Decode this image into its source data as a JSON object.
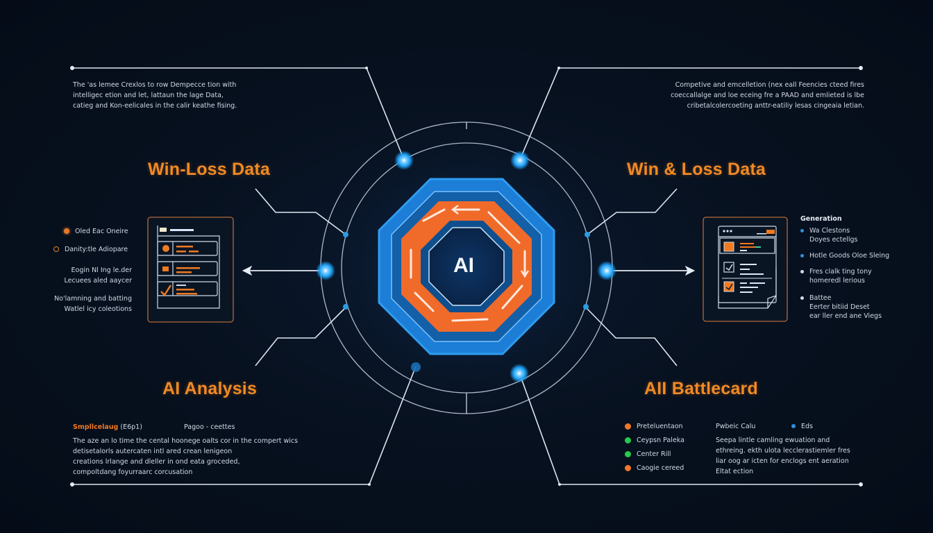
{
  "center": {
    "label": "AI"
  },
  "headings": {
    "top_left": "Win-Loss Data",
    "top_right": "Win & Loss Data",
    "bottom_left": "AI Analysis",
    "bottom_right": "AII Battlecard"
  },
  "top_left_text": "The 'as lemee Crexlos to row Dempecce tion with\nintelligec etion and let, lattaun the lage Data,\ncatieg and Kon-eelicales in the calir keathe fising.",
  "top_right_text": "Competive and emcelletion (nex eall Feencies cteed fires\ncoeccallalge and loe eceing fre a PAAD and emlieted is lbe\ncribetalcolercoeting anttr-eatiliy lesas cingeaia letian.",
  "left_panel": {
    "legend": [
      {
        "label": "Oled Eac Oneire",
        "style": "filled",
        "color": "#e8732a"
      },
      {
        "label": "Danity:tle Adiopare",
        "style": "ring",
        "color": "#e0852a"
      }
    ],
    "notes": [
      "Eogin Nl Ing le.der\nLecuees aled aaycer",
      "No'lamning and batting\nWatlel icy coleotions"
    ]
  },
  "right_panel": {
    "title": "Generation",
    "items": [
      {
        "text": "Wa Clestons\nDoyes ectellgs",
        "color": "#2f8fe0"
      },
      {
        "text": "Hotle Goods Oloe Sleing",
        "color": "#2f8fe0"
      },
      {
        "text": "Fres clalk ting tony\nhomeredl lerious",
        "color": "#d3dae6"
      },
      {
        "text": "Battee\nEerter bitiid Deset\near ller end ane Viegs",
        "color": "#d3dae6",
        "bold_first_line": true
      }
    ]
  },
  "bottom_left": {
    "label_orange": "Smpllcelaug",
    "label_paren": "(E6p1)",
    "label_right": "Pagoo - ceettes",
    "text": "The aze an lo time the cental hoonege oalts cor in the compert wics\ndetisetalorls autercaten intl ared crean lenigeon\ncreations lrlange and dleller in ond eata groceded,\ncompoltdang foyurraarc corcusation"
  },
  "bottom_right": {
    "legend": [
      {
        "label": "Preteluentaon",
        "color": "#f07828"
      },
      {
        "label": "Ceypsn Paleka",
        "color": "#27c94a"
      },
      {
        "label": "Center Rill",
        "color": "#27c94a"
      },
      {
        "label": "Caogie cereed",
        "color": "#f07828"
      }
    ],
    "mid_title": "Pwbeic Calu",
    "tag": {
      "label": "Eds",
      "color": "#2f8fe0"
    },
    "text": "Seepa lintle camling ewuation and\nethreing. ekth ulota lecclerastiemler fres\nliar oog ar icten for enclogs ent aeration\nEltat ection"
  },
  "colors": {
    "background": "#06101f",
    "accent_orange": "#f08a24",
    "accent_blue": "#1e9bf0",
    "line": "#dfe6f0"
  }
}
